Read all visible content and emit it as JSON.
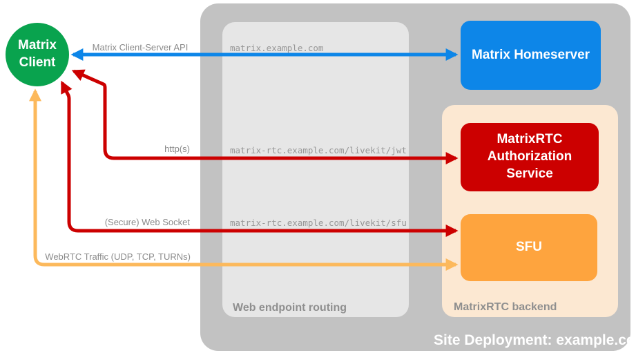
{
  "client": {
    "label": "Matrix Client",
    "color": "#09a34e"
  },
  "containers": {
    "site_deployment": {
      "label": "Site Deployment: example.com",
      "color": "#c2c2c2"
    },
    "web_endpoint_routing": {
      "label": "Web endpoint routing",
      "color": "#e6e6e6"
    },
    "matrixrtc_backend": {
      "label": "MatrixRTC backend",
      "color": "#fce8d2"
    }
  },
  "nodes": {
    "homeserver": {
      "label": "Matrix Homeserver",
      "color": "#0d86e8"
    },
    "auth_service": {
      "label": "MatrixRTC Authorization Service",
      "color": "#cc0000"
    },
    "sfu": {
      "label": "SFU",
      "color": "#fea43e"
    }
  },
  "endpoints": {
    "homeserver_url": "matrix.example.com",
    "jwt_url": "matrix-rtc.example.com/livekit/jwt",
    "sfu_url": "matrix-rtc.example.com/livekit/sfu"
  },
  "connections": {
    "client_server_api": {
      "label": "Matrix Client-Server API",
      "color": "#0d86e8"
    },
    "https": {
      "label": "http(s)",
      "color": "#cc0000"
    },
    "websocket": {
      "label": "(Secure) Web Socket",
      "color": "#cc0000"
    },
    "webrtc": {
      "label": "WebRTC Traffic (UDP, TCP, TURNs)",
      "color": "#fcb95c"
    }
  }
}
